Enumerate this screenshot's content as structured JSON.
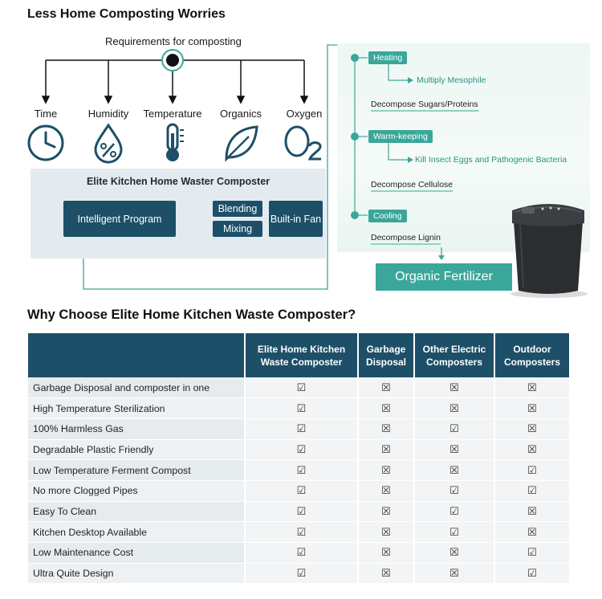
{
  "title1": "Less Home Composting Worries",
  "requirements": {
    "label": "Requirements for composting",
    "items": [
      {
        "label": "Time",
        "icon": "clock-icon"
      },
      {
        "label": "Humidity",
        "icon": "humidity-icon"
      },
      {
        "label": "Temperature",
        "icon": "thermometer-icon"
      },
      {
        "label": "Organics",
        "icon": "leaf-icon"
      },
      {
        "label": "Oxygen",
        "icon": "o2-icon"
      }
    ]
  },
  "composter": {
    "title": "Elite Kitchen Home Waster Composter",
    "intelligent": "Intelligent Program",
    "blending": "Blending",
    "mixing": "Mixing",
    "fan": "Built-in Fan"
  },
  "process": {
    "heating": "Heating",
    "multiply": "Multiply Mesophile",
    "decompose1": "Decompose Sugars/Proteins",
    "warm": "Warm-keeping",
    "kill": "Kill Insect Eggs and Pathogenic Bacteria",
    "decompose2": "Decompose Cellulose",
    "cooling": "Cooling",
    "decompose3": "Decompose Lignin",
    "fertilizer": "Organic Fertilizer"
  },
  "title2": "Why Choose Elite Home Kitchen Waste Composter?",
  "table": {
    "columns": [
      "",
      "Elite Home Kitchen Waste Composter",
      "Garbage Disposal",
      "Other Electric Composters",
      "Outdoor Composters"
    ],
    "rows": [
      {
        "feature": "Garbage Disposal and composter in one",
        "marks": [
          "☑",
          "☒",
          "☒",
          "☒"
        ]
      },
      {
        "feature": "High Temperature  Sterilization",
        "marks": [
          "☑",
          "☒",
          "☒",
          "☒"
        ]
      },
      {
        "feature": "100% Harmless Gas",
        "marks": [
          "☑",
          "☒",
          "☑",
          "☒"
        ]
      },
      {
        "feature": "Degradable Plastic Friendly",
        "marks": [
          "☑",
          "☒",
          "☒",
          "☒"
        ]
      },
      {
        "feature": "Low Temperature Ferment Compost",
        "marks": [
          "☑",
          "☒",
          "☒",
          "☑"
        ]
      },
      {
        "feature": "No more Clogged Pipes",
        "marks": [
          "☑",
          "☒",
          "☑",
          "☑"
        ]
      },
      {
        "feature": "Easy To Clean",
        "marks": [
          "☑",
          "☒",
          "☑",
          "☒"
        ]
      },
      {
        "feature": "Kitchen Desktop Available",
        "marks": [
          "☑",
          "☒",
          "☑",
          "☒"
        ]
      },
      {
        "feature": "Low Maintenance Cost",
        "marks": [
          "☑",
          "☒",
          "☒",
          "☑"
        ]
      },
      {
        "feature": "Ultra Quite Design",
        "marks": [
          "☑",
          "☒",
          "☒",
          "☑"
        ]
      }
    ]
  },
  "colors": {
    "teal": "#3aa79a",
    "navy": "#1d4f68"
  }
}
